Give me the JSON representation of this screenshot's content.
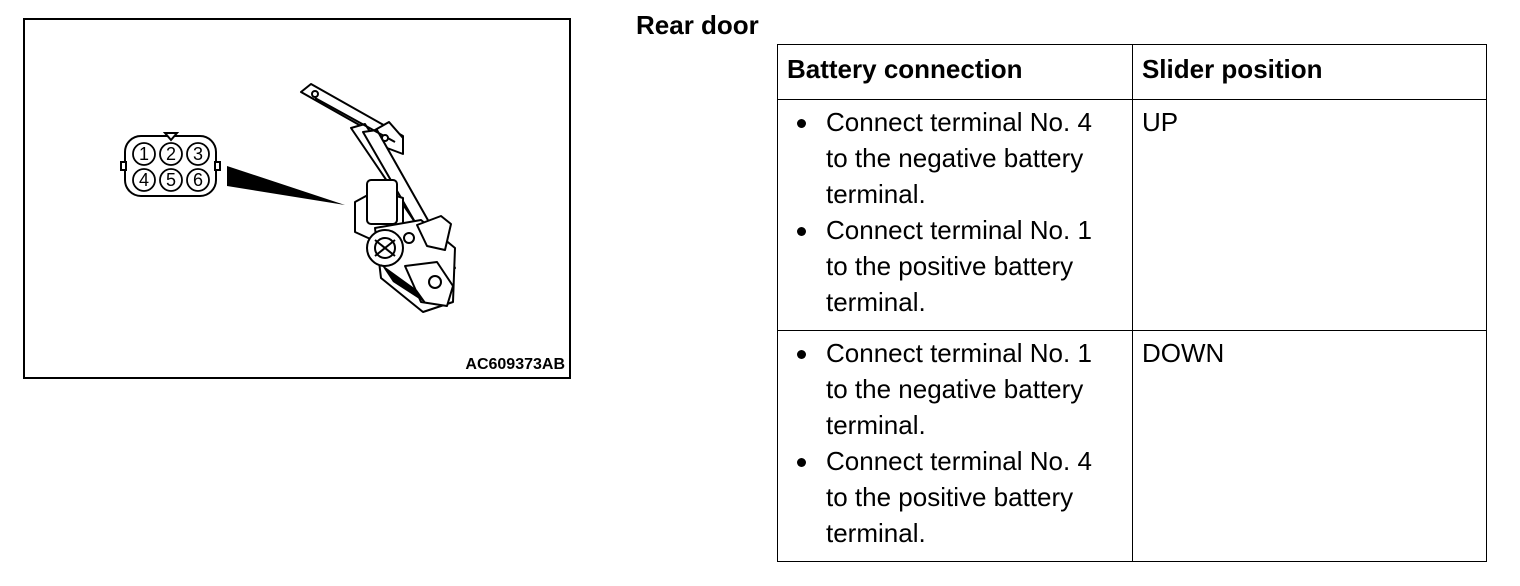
{
  "figure": {
    "code": "AC609373AB",
    "connector_pins": [
      "1",
      "2",
      "3",
      "4",
      "5",
      "6"
    ]
  },
  "section": {
    "title": "Rear door"
  },
  "table": {
    "headers": {
      "battery_connection": "Battery connection",
      "slider_position": "Slider position"
    },
    "rows": [
      {
        "steps": [
          "Connect terminal No. 4 to the negative battery terminal.",
          "Connect terminal No. 1 to the positive battery terminal."
        ],
        "slider": "UP"
      },
      {
        "steps": [
          "Connect terminal No. 1 to the negative battery terminal.",
          "Connect terminal No. 4 to the positive battery terminal."
        ],
        "slider": "DOWN"
      }
    ]
  }
}
